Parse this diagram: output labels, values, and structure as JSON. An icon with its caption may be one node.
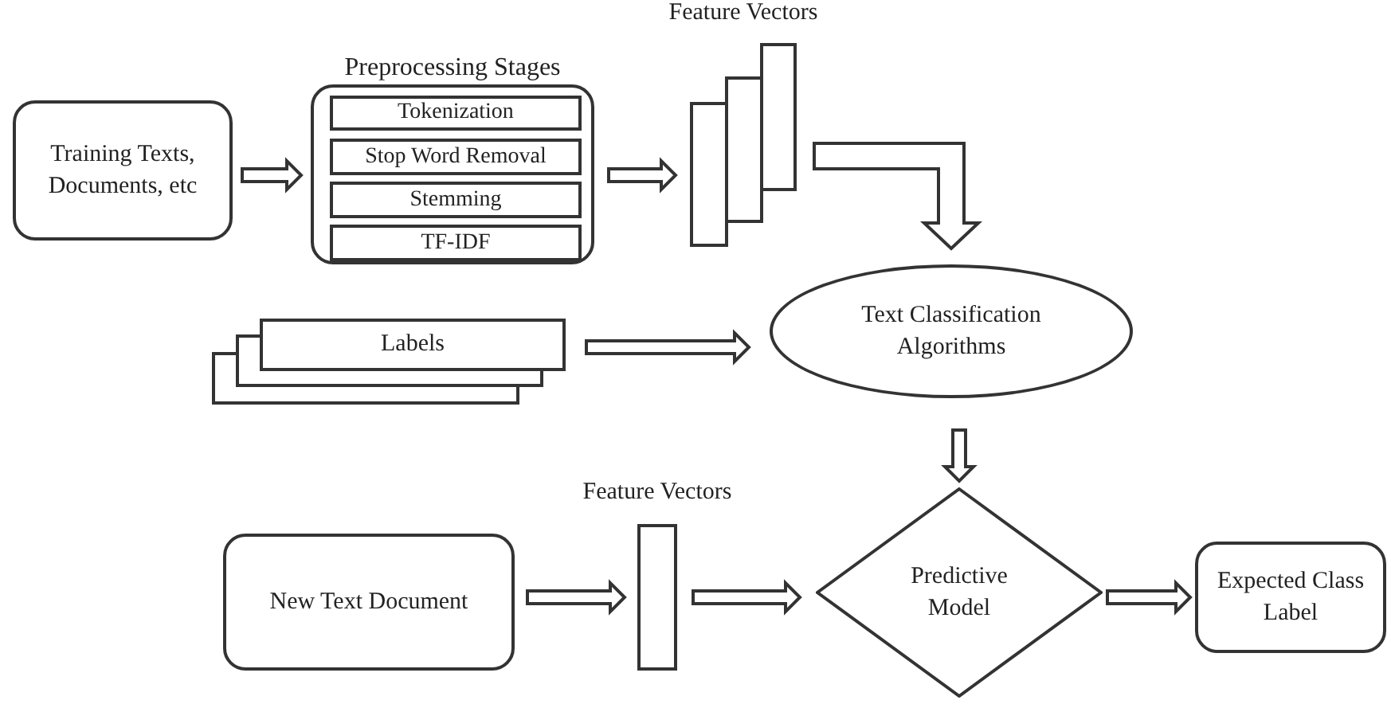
{
  "diagram": {
    "nodes": [
      {
        "text": [
          "Training Texts, Documents, etc"
        ]
      },
      {
        "text": [
          "Preprocessing Stages"
        ]
      },
      {
        "text": [
          "Tokenization"
        ],
        "in": 1
      },
      {
        "text": [
          "Stop Word Removal"
        ],
        "in": 1
      },
      {
        "text": [
          "Stemming"
        ],
        "in": 1
      },
      {
        "text": [
          "TF-IDF"
        ],
        "in": 1
      },
      {
        "text": [],
        "shape": "bar",
        "beside": [
          "Feature Vectors"
        ]
      },
      {
        "text": [
          "Labels"
        ]
      },
      {
        "text": [
          "Text Classification Algorithms"
        ]
      },
      {
        "text": [
          "New Text Document"
        ]
      },
      {
        "text": [],
        "shape": "bar",
        "beside": [
          "Feature Vectors"
        ]
      },
      {
        "text": [
          "Predictive Model"
        ]
      },
      {
        "text": [
          "Expected Class Label"
        ]
      }
    ],
    "edges": [
      {
        "from": 0,
        "to": 1,
        "arrow": "to"
      },
      {
        "from": 1,
        "to": 6,
        "arrow": "to"
      },
      {
        "from": 6,
        "to": 8,
        "arrow": "to"
      },
      {
        "from": 7,
        "to": 8,
        "arrow": "to"
      },
      {
        "from": 8,
        "to": 11,
        "arrow": "to"
      },
      {
        "from": 9,
        "to": 10,
        "arrow": "to"
      },
      {
        "from": 10,
        "to": 11,
        "arrow": "to"
      },
      {
        "from": 11,
        "to": 12,
        "arrow": "to"
      }
    ]
  }
}
